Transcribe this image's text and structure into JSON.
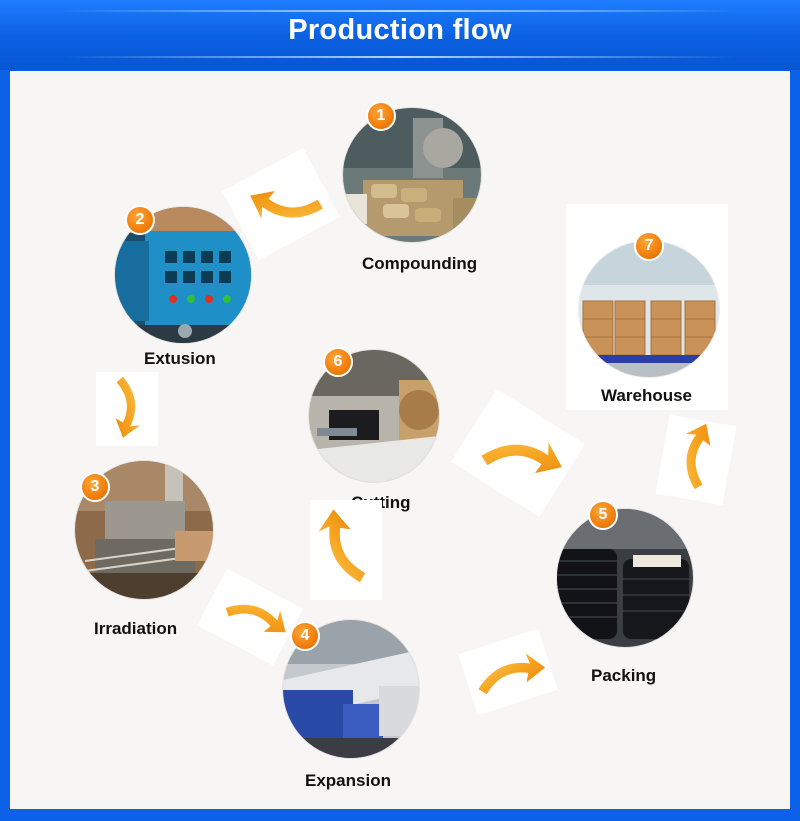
{
  "header": {
    "title": "Production flow"
  },
  "colors": {
    "header": "#0b62e8",
    "panel": "#f7f6f4",
    "badge": "#f07e0c",
    "arrow": "#f39a1a"
  },
  "steps": [
    {
      "num": "1",
      "label": "Compounding",
      "photo": "bags-of-material"
    },
    {
      "num": "2",
      "label": "Extusion",
      "photo": "blue-control-cabinets"
    },
    {
      "num": "3",
      "label": "Irradiation",
      "photo": "irradiation-machinery"
    },
    {
      "num": "4",
      "label": "Expansion",
      "photo": "expansion-machines"
    },
    {
      "num": "5",
      "label": "Packing",
      "photo": "black-tube-coils"
    },
    {
      "num": "6",
      "label": "Cutting",
      "photo": "cutting-workbench"
    },
    {
      "num": "7",
      "label": "Warehouse",
      "photo": "carton-stacks"
    }
  ]
}
